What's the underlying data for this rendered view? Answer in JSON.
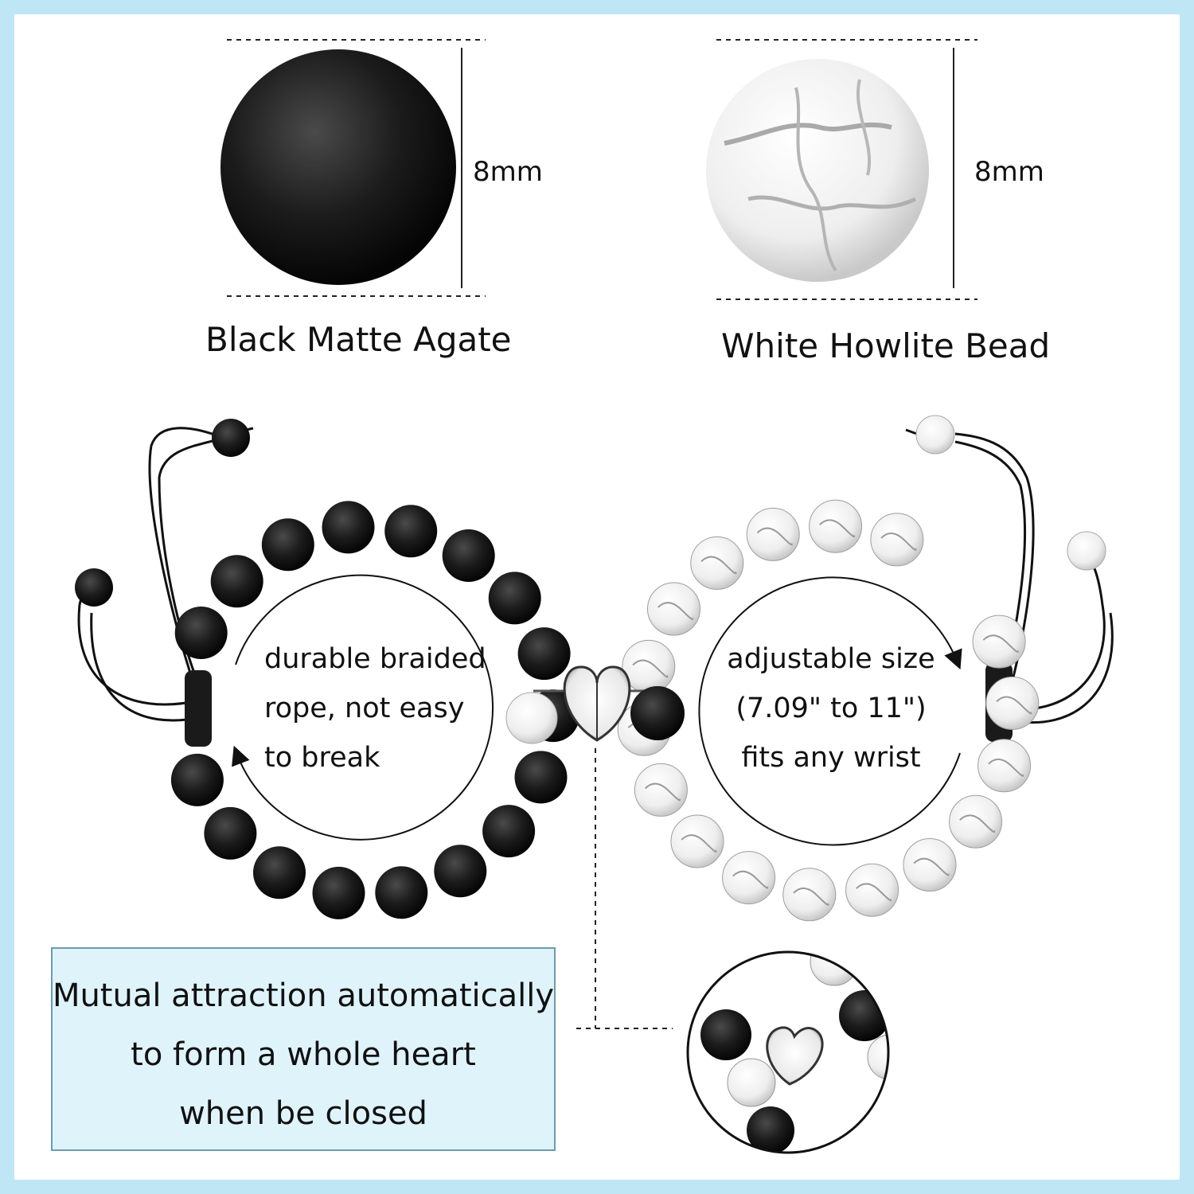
{
  "colors": {
    "frame": "#bfe6f5",
    "panel": "#ffffff",
    "note_bg": "#dff3fb",
    "heart_outline": "#d23a4a",
    "black_bead": "#161616",
    "white_bead": "#f2f2f2"
  },
  "beads": {
    "black": {
      "name": "Black Matte Agate",
      "size": "8mm"
    },
    "white": {
      "name": "White Howlite Bead",
      "size": "8mm"
    }
  },
  "features": {
    "left_text": "durable braided rope, not easy to break",
    "right_text": "adjustable size (7.09\" to 11\") fits any wrist"
  },
  "note": {
    "line1": "Mutual attraction automatically",
    "line2": "to form a whole heart",
    "line3": "when be closed"
  },
  "icons": [
    "heart-outline-icon",
    "magnetic-heart-clasp-icon",
    "curved-arrow-icon"
  ]
}
